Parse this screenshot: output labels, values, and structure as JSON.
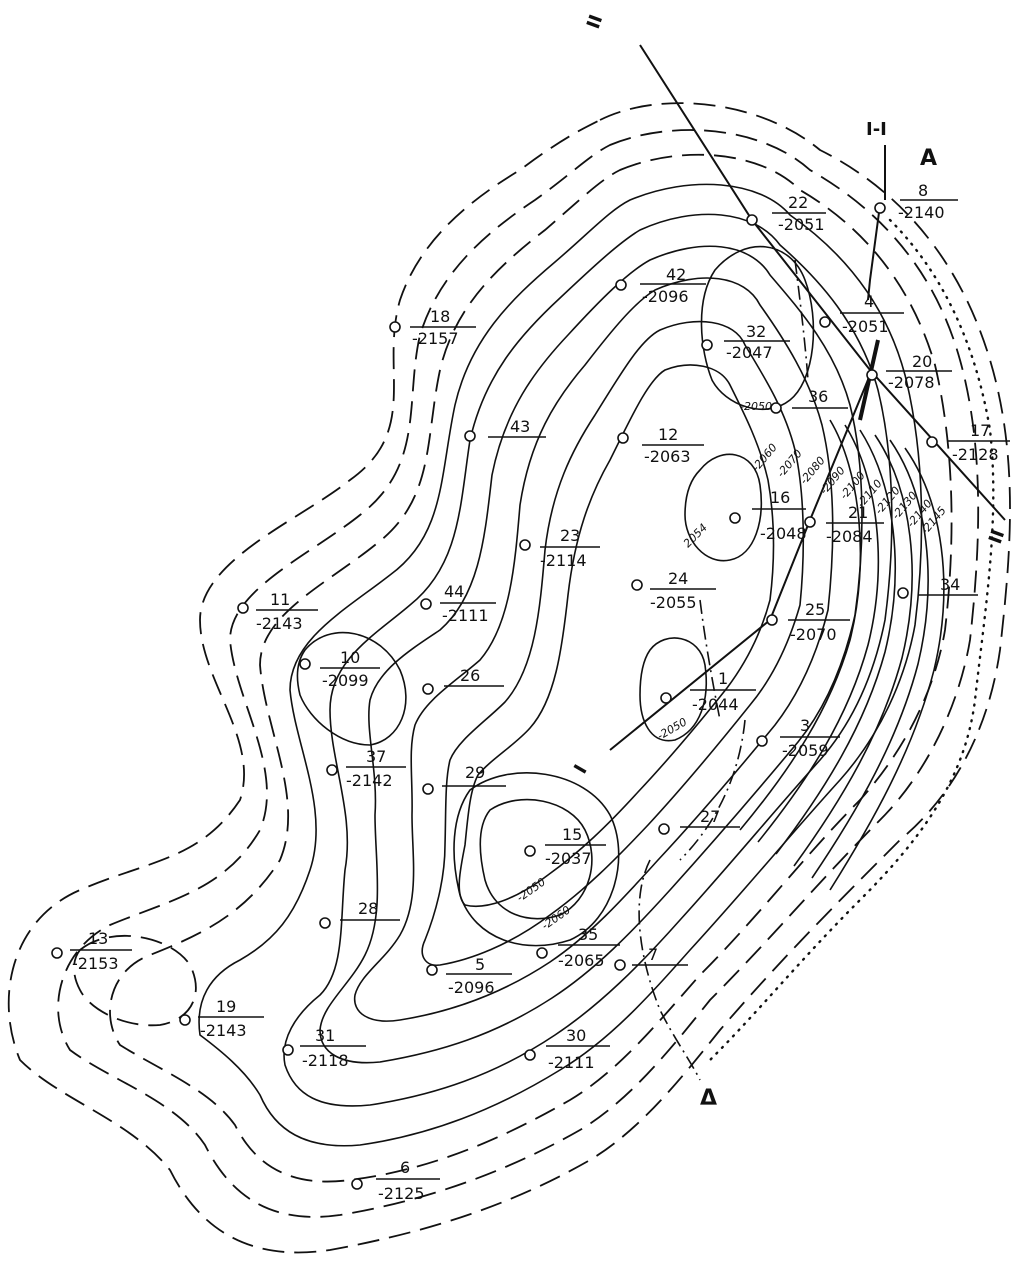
{
  "map": {
    "wells": [
      {
        "num": "22",
        "elev": "-2051"
      },
      {
        "num": "8",
        "elev": "-2140"
      },
      {
        "num": "42",
        "elev": "-2096"
      },
      {
        "num": "18",
        "elev": "-2157"
      },
      {
        "num": "32",
        "elev": "-2047"
      },
      {
        "num": "4",
        "elev": "-2051"
      },
      {
        "num": "20",
        "elev": "-2078"
      },
      {
        "num": "36",
        "elev": ""
      },
      {
        "num": "43",
        "elev": ""
      },
      {
        "num": "12",
        "elev": "-2063"
      },
      {
        "num": "17",
        "elev": "-2128"
      },
      {
        "num": "16",
        "elev": "-2048"
      },
      {
        "num": "21",
        "elev": "-2084"
      },
      {
        "num": "23",
        "elev": "-2114"
      },
      {
        "num": "44",
        "elev": "-2111"
      },
      {
        "num": "24",
        "elev": "-2055"
      },
      {
        "num": "34",
        "elev": ""
      },
      {
        "num": "11",
        "elev": "-2143"
      },
      {
        "num": "25",
        "elev": "-2070"
      },
      {
        "num": "10",
        "elev": "-2099"
      },
      {
        "num": "26",
        "elev": ""
      },
      {
        "num": "1",
        "elev": "-2044"
      },
      {
        "num": "3",
        "elev": "-2059"
      },
      {
        "num": "37",
        "elev": "-2142"
      },
      {
        "num": "29",
        "elev": ""
      },
      {
        "num": "27",
        "elev": ""
      },
      {
        "num": "15",
        "elev": "-2037"
      },
      {
        "num": "28",
        "elev": ""
      },
      {
        "num": "13",
        "elev": "-2153"
      },
      {
        "num": "35",
        "elev": "-2065"
      },
      {
        "num": "7",
        "elev": ""
      },
      {
        "num": "5",
        "elev": "-2096"
      },
      {
        "num": "19",
        "elev": "-2143"
      },
      {
        "num": "30",
        "elev": "-2111"
      },
      {
        "num": "31",
        "elev": "-2118"
      },
      {
        "num": "6",
        "elev": "-2125"
      }
    ],
    "contour_labels": [
      "-2050",
      "-2060",
      "-2070",
      "-2080",
      "-2090",
      "-2100",
      "-2110",
      "-2120",
      "-2130",
      "-2140",
      "-2145",
      "2054",
      "-2050",
      "-2050",
      "-2060"
    ],
    "section_labels": {
      "section2_top": "II",
      "section2_bottom": "II",
      "section1_top": "I-I",
      "section1_left": "I",
      "point_a": "A",
      "point_delta": "Δ"
    }
  }
}
